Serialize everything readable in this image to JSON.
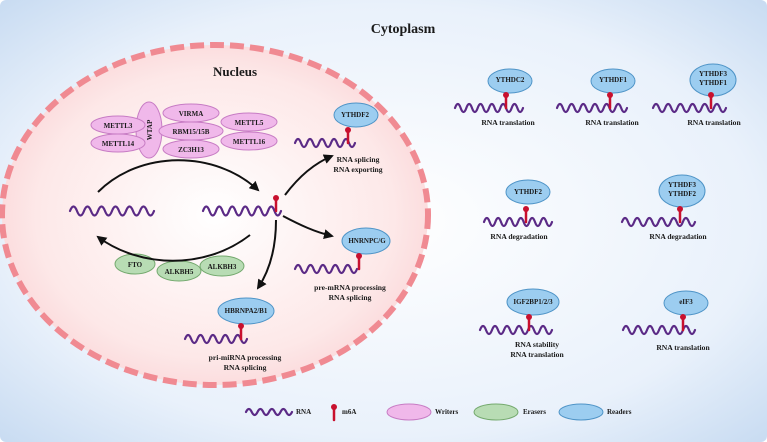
{
  "regions": {
    "cytoplasm": "Cytoplasm",
    "nucleus": "Nucleus"
  },
  "writers": {
    "wtap": "WTAP",
    "items": [
      "METTL3",
      "METTL14",
      "VIRMA",
      "RBM15/15B",
      "ZC3H13",
      "METTL5",
      "METTL16"
    ]
  },
  "erasers": [
    "FTO",
    "ALKBH5",
    "ALKBH3"
  ],
  "nuclear_readers": [
    {
      "protein": "YTHDF2",
      "lines": [
        "RNA splicing",
        "RNA exporting"
      ]
    },
    {
      "protein": "HNRNPC/G",
      "lines": [
        "pre-mRNA processing",
        "RNA splicing"
      ]
    },
    {
      "protein": "HBRNPA2/B1",
      "lines": [
        "pri-miRNA processing",
        "RNA splicing"
      ]
    }
  ],
  "cytoplasm_readers": [
    {
      "protein": [
        "YTHDC2"
      ],
      "lines": [
        "RNA translation"
      ]
    },
    {
      "protein": [
        "YTHDF1"
      ],
      "lines": [
        "RNA translation"
      ]
    },
    {
      "protein": [
        "YTHDF3",
        "YTHDF1"
      ],
      "lines": [
        "RNA translation"
      ]
    },
    {
      "protein": [
        "YTHDF2"
      ],
      "lines": [
        "RNA degradation"
      ]
    },
    {
      "protein": [
        "YTHDF3",
        "YTHDF2"
      ],
      "lines": [
        "RNA degradation"
      ]
    },
    {
      "protein": [
        "IGF2BP1/2/3"
      ],
      "lines": [
        "RNA stability",
        "RNA translation"
      ]
    },
    {
      "protein": [
        "eIF3"
      ],
      "lines": [
        "RNA translation"
      ]
    }
  ],
  "legend": {
    "rna": "RNA",
    "m6a": "m6A",
    "writers": "Writers",
    "erasers": "Erasers",
    "readers": "Readers"
  },
  "colors": {
    "rna": "#5b2a86",
    "m6a": "#c8102e",
    "writer_fill": "#f0b8ea",
    "writer_stroke": "#c77cc4",
    "eraser_fill": "#b8dcb4",
    "eraser_stroke": "#74a96e",
    "reader_fill": "#9ccdf0",
    "reader_stroke": "#4f94c7",
    "nucleus_border": "#f08a92"
  }
}
